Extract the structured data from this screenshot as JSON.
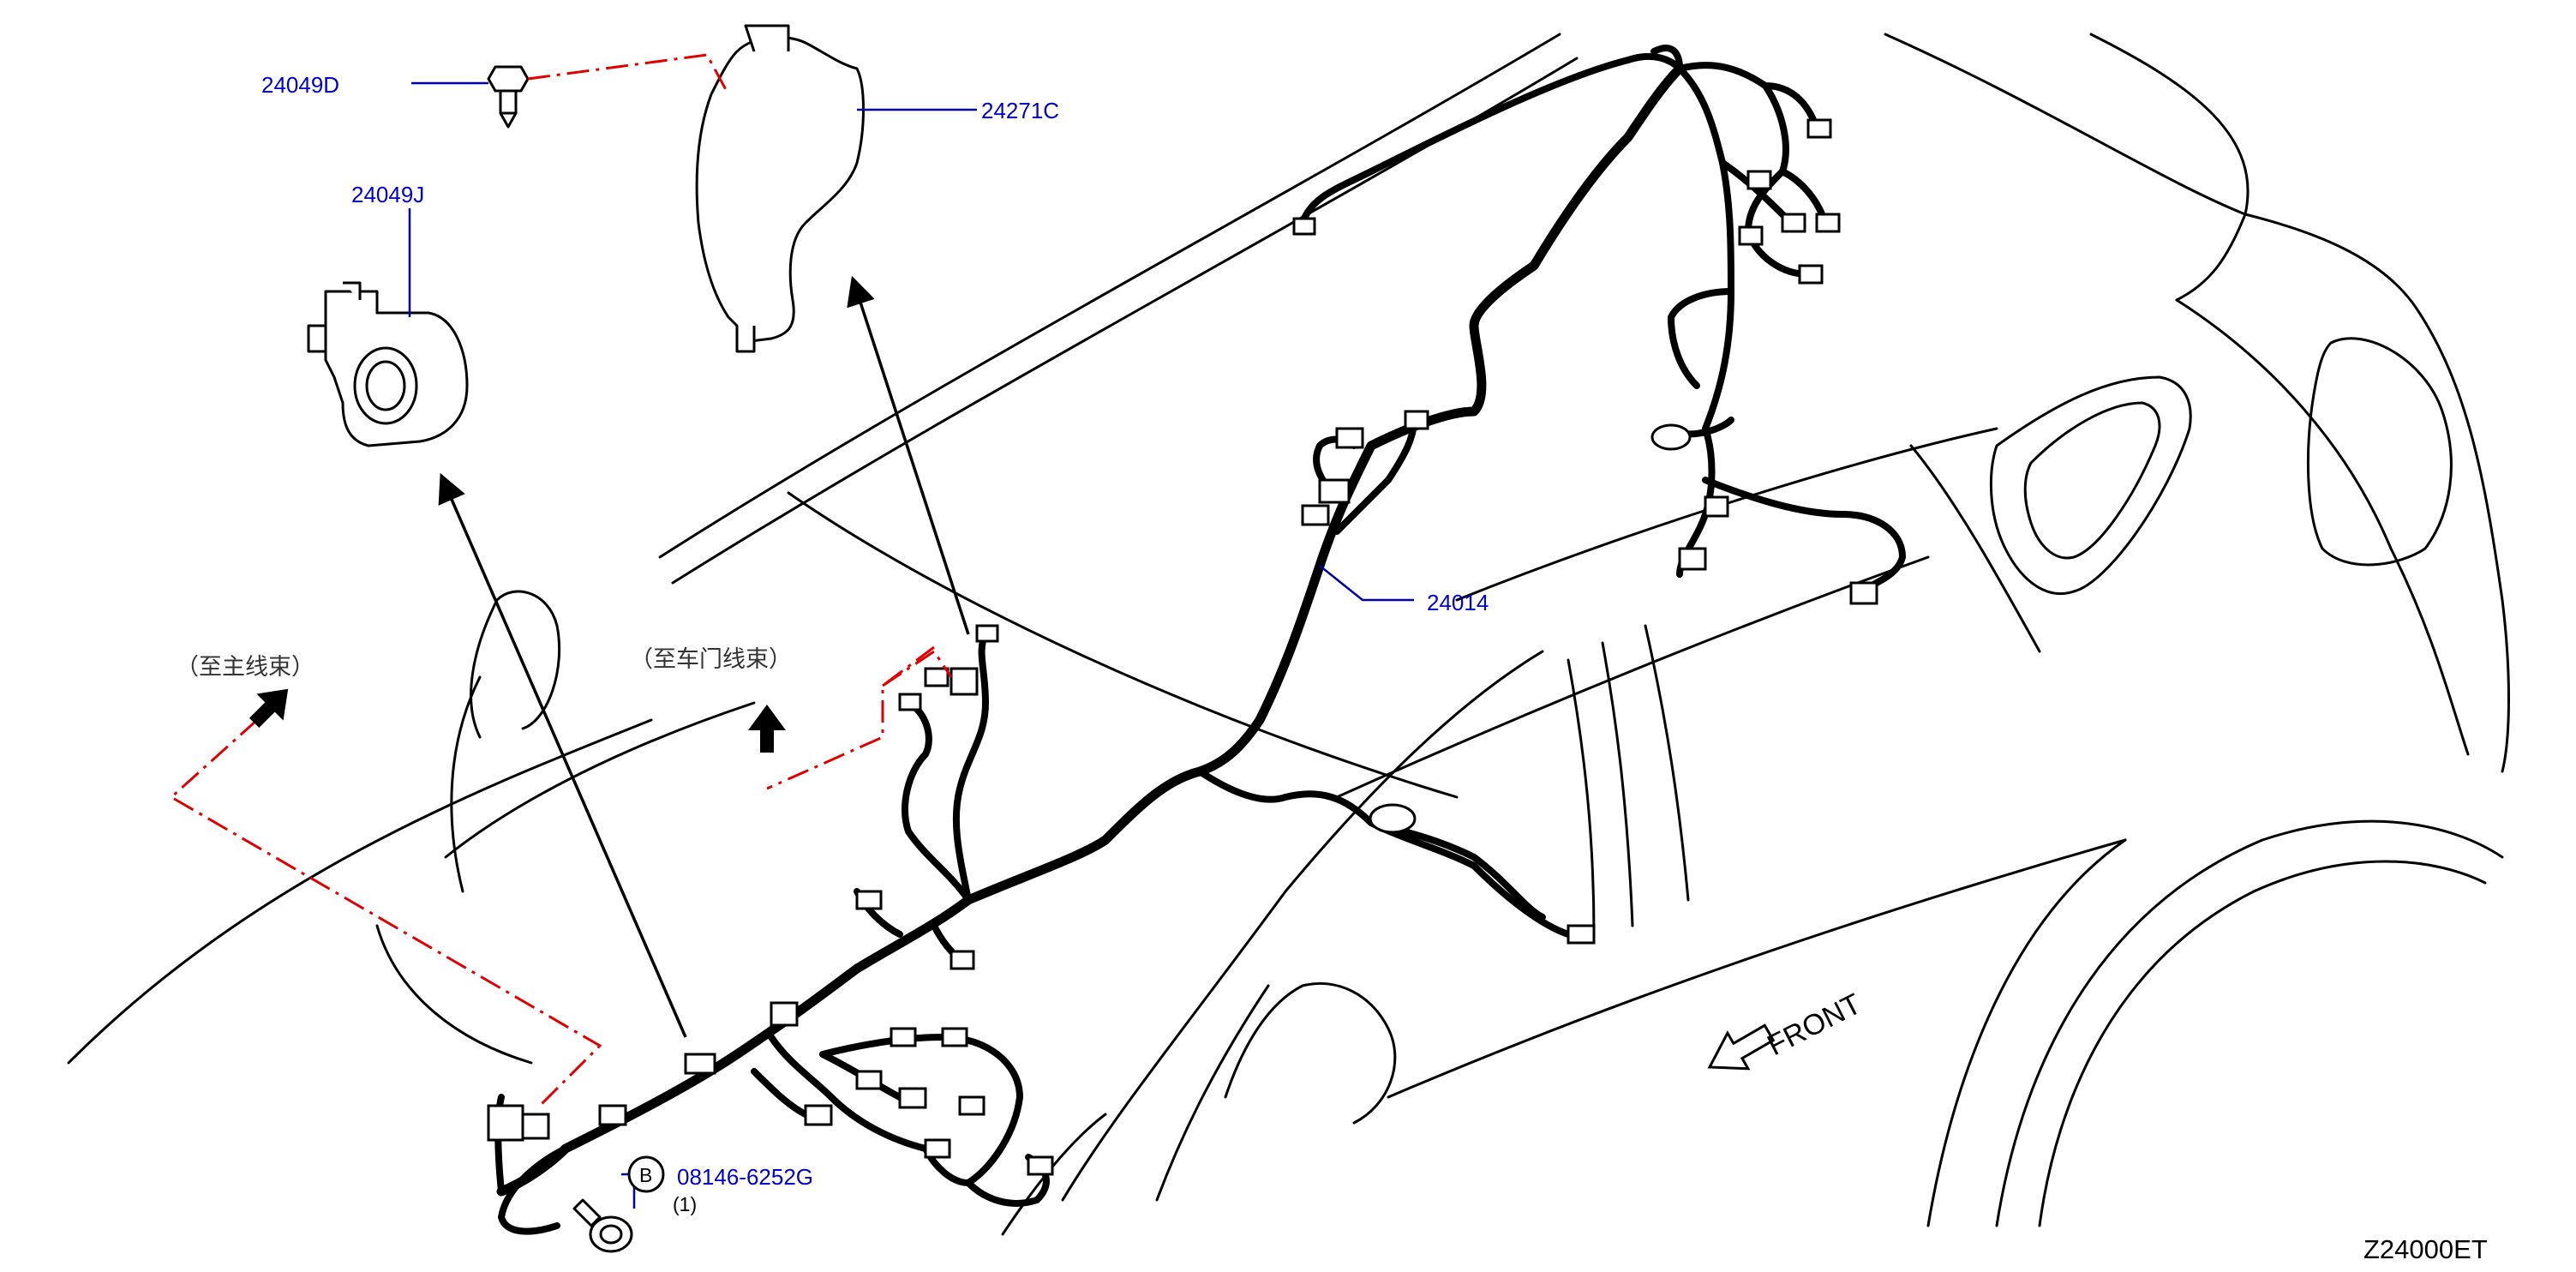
{
  "diagram_code": "Z24000ET",
  "parts": {
    "bolt_top": "24049D",
    "clip": "24049J",
    "bracket": "24271C",
    "harness": "24014",
    "bolt_bottom": "08146-6252G",
    "bolt_bottom_qty": "(1)",
    "bolt_bottom_marker": "B"
  },
  "notes": {
    "to_main_harness": "（至主线束）",
    "to_door_harness": "（至车门线束）"
  },
  "direction": {
    "front_label": "FRONT"
  },
  "colors": {
    "part_label": "#0000cc",
    "leader_line": "#0000a8",
    "dash_line": "#e00000",
    "line_art": "#000000"
  }
}
